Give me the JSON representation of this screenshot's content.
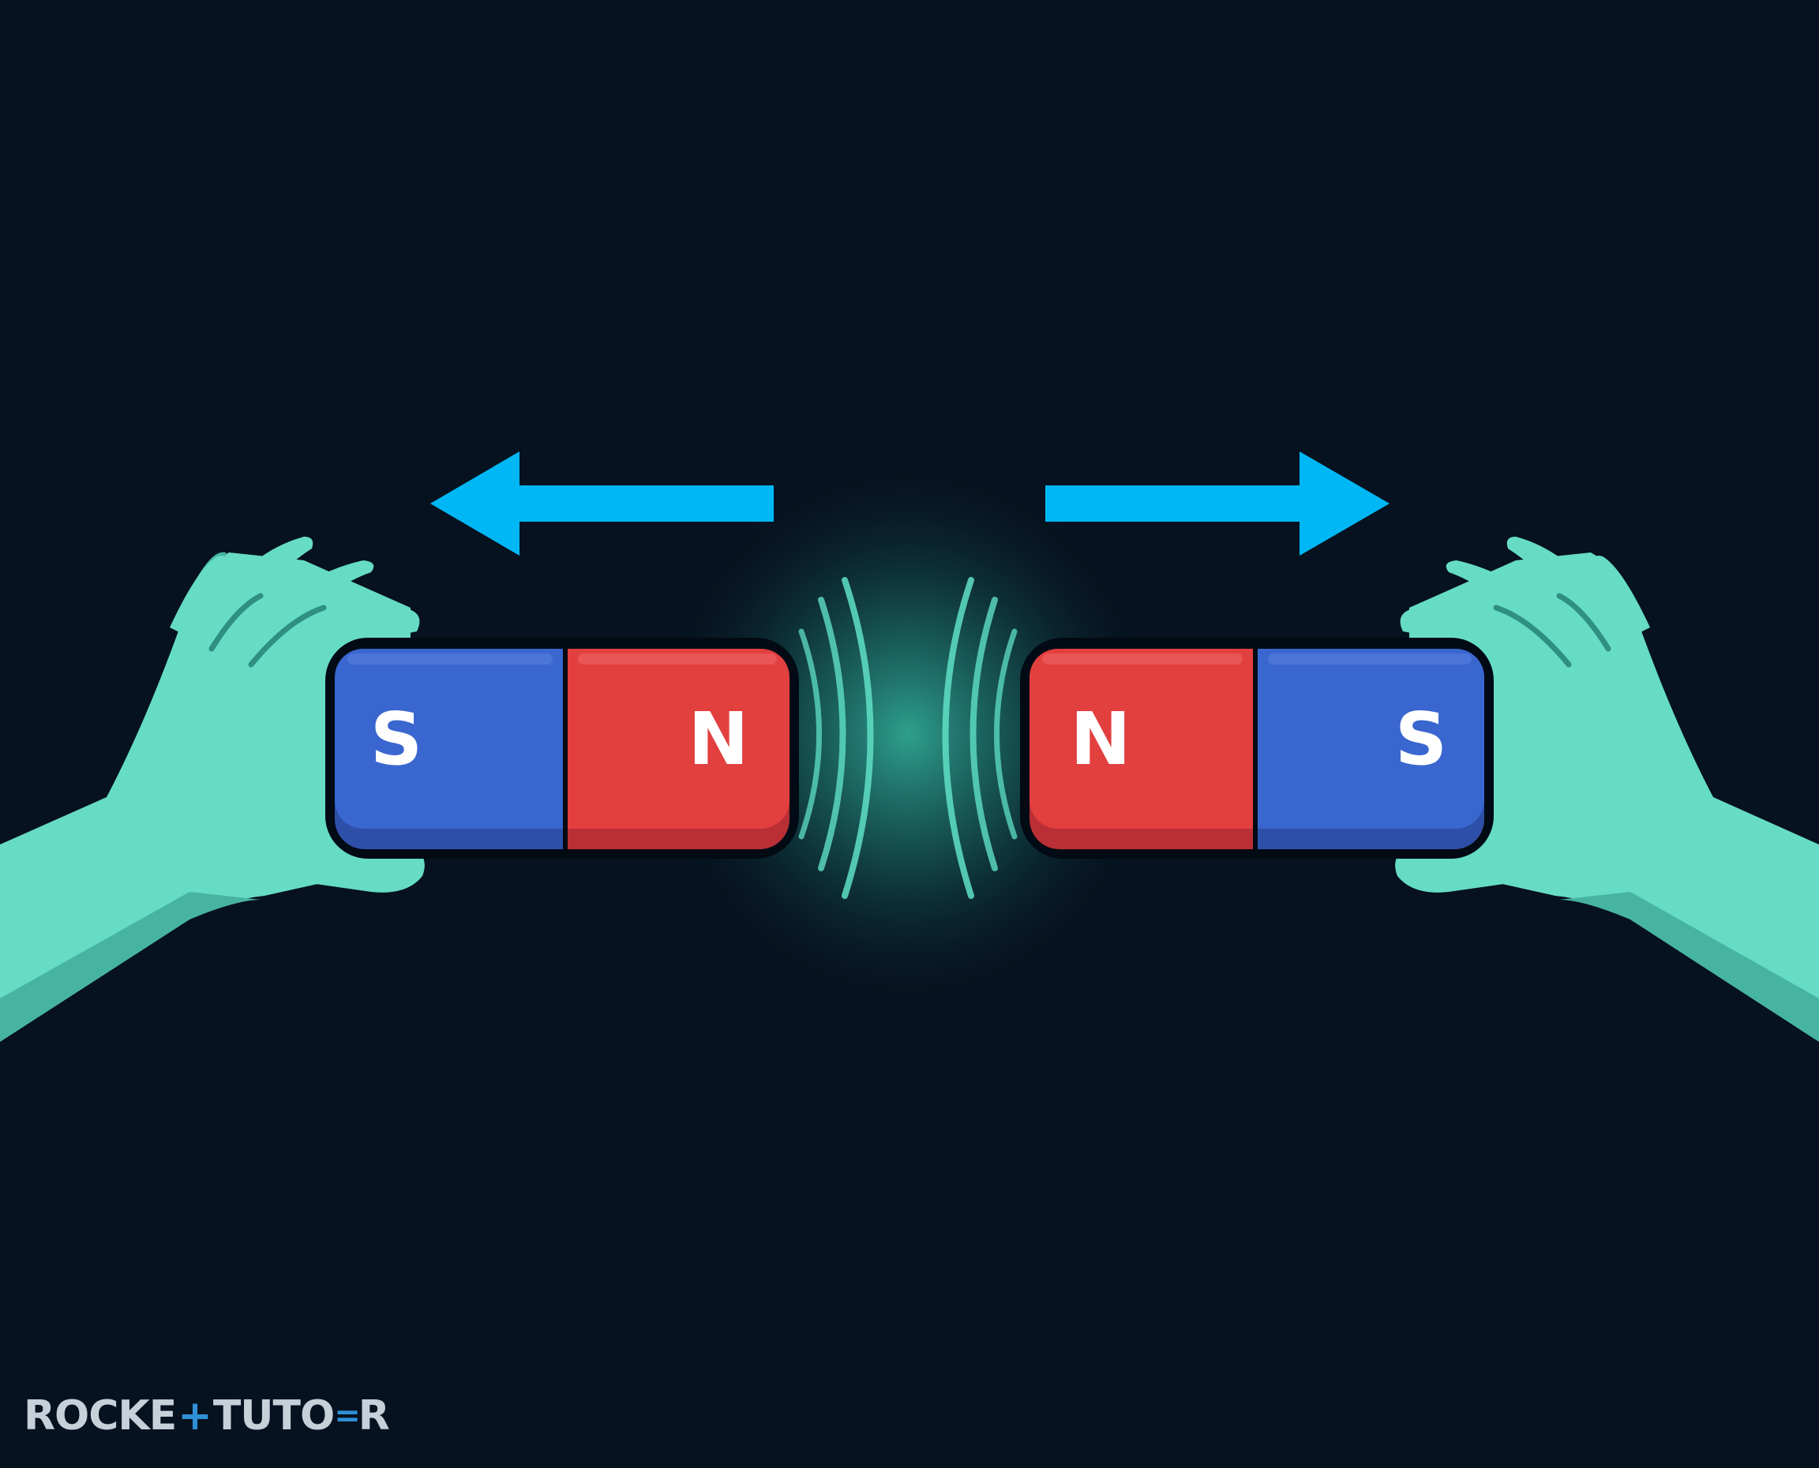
{
  "colors": {
    "background": "#06121f",
    "south_pole": "#3a66cf",
    "north_pole": "#e23f3f",
    "hand": "#66dcc4",
    "hand_shade": "#47b4a3",
    "force_arrow": "#00b7f5",
    "field_glow": "#3ccfb3",
    "brand_text": "#c5d0d8",
    "brand_accent": "#2f8fd6"
  },
  "magnets": [
    {
      "id": "left",
      "poles": [
        {
          "label": "S",
          "pole": "south"
        },
        {
          "label": "N",
          "pole": "north"
        }
      ]
    },
    {
      "id": "right",
      "poles": [
        {
          "label": "N",
          "pole": "north"
        },
        {
          "label": "S",
          "pole": "south"
        }
      ]
    }
  ],
  "arrows": [
    {
      "direction": "left"
    },
    {
      "direction": "right"
    }
  ],
  "icons": {
    "left_hand": "hand-icon",
    "right_hand": "hand-icon"
  },
  "brand": {
    "part1": "ROCKE",
    "plus": "+",
    "part2": "TUTO",
    "eq": "=",
    "part3": "R"
  }
}
